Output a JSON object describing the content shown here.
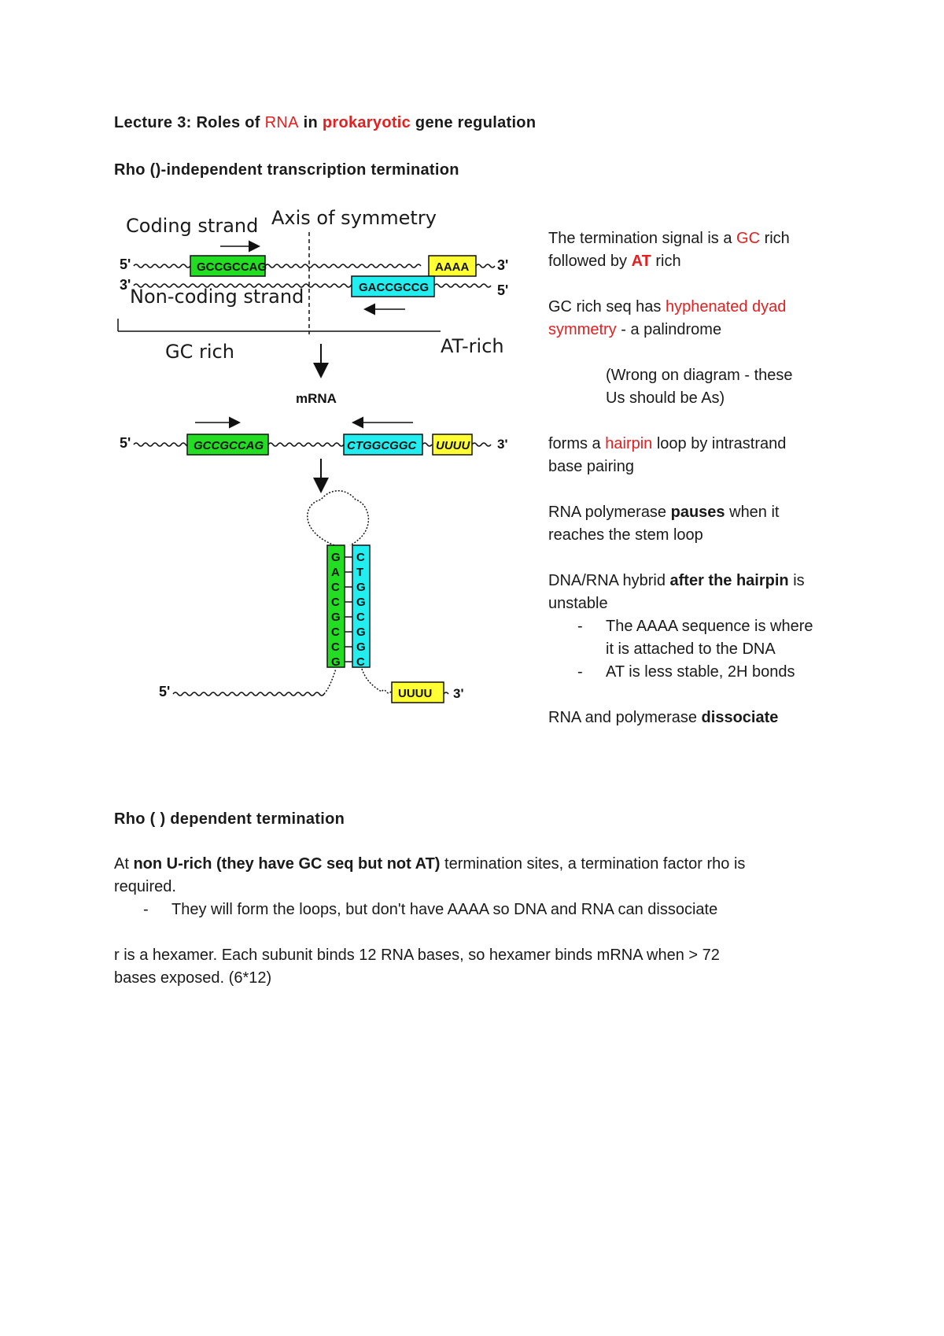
{
  "title": {
    "prefix": "Lecture 3: Roles of ",
    "rna": "RNA",
    "in": " in ",
    "prok": "prokaryotic",
    "suffix": " gene regulation"
  },
  "section1": {
    "heading": "Rho ()-independent transcription termination"
  },
  "diagram": {
    "coding_strand": "Coding strand",
    "axis": "Axis of symmetry",
    "noncoding_strand": "Non-coding strand",
    "gc_rich": "GC rich",
    "at_rich": "AT-rich",
    "mrna": "mRNA",
    "five_prime": "5'",
    "three_prime": "3'",
    "seq_gc_top": "GCCGCCAG",
    "seq_aaaa": "AAAA",
    "seq_gc_bottom": "GACCGCCG",
    "seq_mrna_left": "GCCGCCAG",
    "seq_mrna_right": "CTGGCGGC",
    "seq_uuuu": "UUUU",
    "stem_left": [
      "G",
      "A",
      "C",
      "C",
      "G",
      "C",
      "C",
      "G"
    ],
    "stem_right": [
      "C",
      "T",
      "G",
      "G",
      "C",
      "G",
      "G",
      "C"
    ],
    "colors": {
      "green": "#22dd22",
      "cyan": "#22eef0",
      "yellow": "#ffff33"
    }
  },
  "notes": {
    "p1_a": "The termination signal is a ",
    "p1_gc": "GC",
    "p1_b": " rich",
    "p1_c": "followed by ",
    "p1_at": "AT",
    "p1_d": " rich",
    "p2_a": "GC rich seq has ",
    "p2_red1": "hyphenated dyad",
    "p2_red2": "symmetry",
    "p2_b": " - a palindrome",
    "p3_a": "(Wrong on diagram - these",
    "p3_b": "Us should be As)",
    "p4_a": "forms a ",
    "p4_red": "hairpin",
    "p4_b": " loop by intrastrand",
    "p4_c": "base pairing",
    "p5_a": "RNA polymerase ",
    "p5_bold": "pauses",
    "p5_b": " when it",
    "p5_c": "reaches the stem loop",
    "p6_a": "DNA/RNA hybrid ",
    "p6_bold": "after the hairpin",
    "p6_b": " is",
    "p6_c": "unstable",
    "b1_a": "The AAAA sequence is where",
    "b1_b": "it is attached to the DNA",
    "b2": "AT is less stable, 2H bonds",
    "p7_a": "RNA and polymerase ",
    "p7_bold": "dissociate",
    "dash": "-"
  },
  "section2": {
    "heading": "Rho ( ) dependent termination",
    "p1_a": "At ",
    "p1_bold": "non U-rich (they have GC seq but not AT)",
    "p1_b": " termination sites, a termination factor rho is",
    "p1_c": "required.",
    "bullet": "They will form the loops, but don't have AAAA so DNA and RNA can dissociate",
    "p2_a": "r is a hexamer.  Each subunit binds 12 RNA bases, so hexamer binds mRNA when > 72",
    "p2_b": "bases exposed. (6*12)",
    "dash": "-"
  }
}
